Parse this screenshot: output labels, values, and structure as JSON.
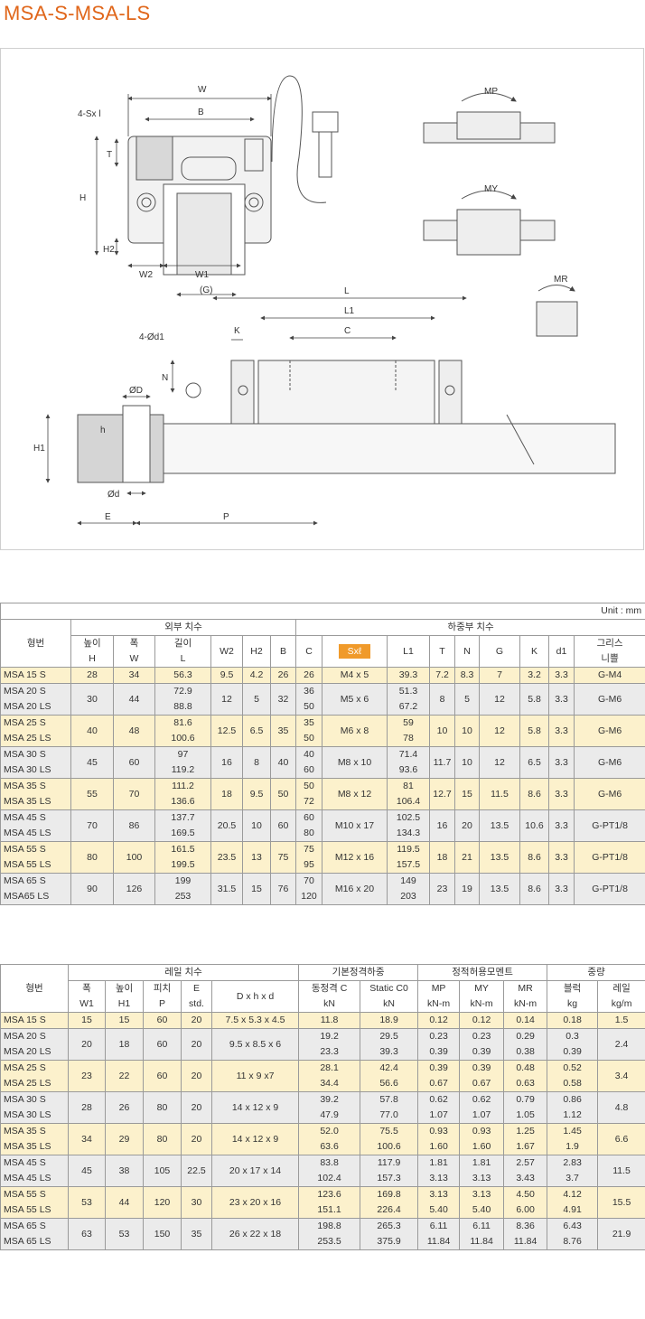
{
  "title": "MSA-S-MSA-LS",
  "drawing": {
    "labels": {
      "W": "W",
      "B": "B",
      "Sxl": "4-Sx l",
      "T": "T",
      "H": "H",
      "H2": "H2",
      "W2": "W2",
      "W1": "W1",
      "G": "(G)",
      "L": "L",
      "L1": "L1",
      "C": "C",
      "d1": "4-Ød1",
      "K": "K",
      "N": "N",
      "D": "ØD",
      "h": "h",
      "d": "Ød",
      "H1": "H1",
      "E": "E",
      "P": "P",
      "MP": "MP",
      "MY": "MY",
      "MR": "MR"
    }
  },
  "table1": {
    "unit": "Unit : mm",
    "headers": {
      "model": "형번",
      "outer": "외부 치수",
      "load": "하중부 치수",
      "H": [
        "높이",
        "H"
      ],
      "W": [
        "폭",
        "W"
      ],
      "L": [
        "길이",
        "L"
      ],
      "W2": "W2",
      "H2": "H2",
      "B": "B",
      "C": "C",
      "Sxl": "Sxℓ",
      "L1": "L1",
      "T": "T",
      "N": "N",
      "G": "G",
      "K": "K",
      "d1": "d1",
      "grease": [
        "그리스",
        "니쁠"
      ]
    },
    "rows": [
      {
        "model": [
          "MSA 15 S"
        ],
        "H": "28",
        "W": "34",
        "L": [
          "56.3"
        ],
        "W2": "9.5",
        "H2": "4.2",
        "B": "26",
        "C": [
          "26"
        ],
        "Sxl": "M4 x 5",
        "L1": [
          "39.3"
        ],
        "T": "7.2",
        "N": "8.3",
        "G": "7",
        "K": "3.2",
        "d1": "3.3",
        "grease": "G-M4"
      },
      {
        "model": [
          "MSA 20 S",
          "MSA 20 LS"
        ],
        "H": "30",
        "W": "44",
        "L": [
          "72.9",
          "88.8"
        ],
        "W2": "12",
        "H2": "5",
        "B": "32",
        "C": [
          "36",
          "50"
        ],
        "Sxl": "M5 x 6",
        "L1": [
          "51.3",
          "67.2"
        ],
        "T": "8",
        "N": "5",
        "G": "12",
        "K": "5.8",
        "d1": "3.3",
        "grease": "G-M6"
      },
      {
        "model": [
          "MSA 25 S",
          "MSA 25 LS"
        ],
        "H": "40",
        "W": "48",
        "L": [
          "81.6",
          "100.6"
        ],
        "W2": "12.5",
        "H2": "6.5",
        "B": "35",
        "C": [
          "35",
          "50"
        ],
        "Sxl": "M6 x 8",
        "L1": [
          "59",
          "78"
        ],
        "T": "10",
        "N": "10",
        "G": "12",
        "K": "5.8",
        "d1": "3.3",
        "grease": "G-M6"
      },
      {
        "model": [
          "MSA 30 S",
          "MSA 30 LS"
        ],
        "H": "45",
        "W": "60",
        "L": [
          "97",
          "119.2"
        ],
        "W2": "16",
        "H2": "8",
        "B": "40",
        "C": [
          "40",
          "60"
        ],
        "Sxl": "M8 x 10",
        "L1": [
          "71.4",
          "93.6"
        ],
        "T": "11.7",
        "N": "10",
        "G": "12",
        "K": "6.5",
        "d1": "3.3",
        "grease": "G-M6"
      },
      {
        "model": [
          "MSA 35 S",
          "MSA 35 LS"
        ],
        "H": "55",
        "W": "70",
        "L": [
          "111.2",
          "136.6"
        ],
        "W2": "18",
        "H2": "9.5",
        "B": "50",
        "C": [
          "50",
          "72"
        ],
        "Sxl": "M8 x 12",
        "L1": [
          "81",
          "106.4"
        ],
        "T": "12.7",
        "N": "15",
        "G": "11.5",
        "K": "8.6",
        "d1": "3.3",
        "grease": "G-M6"
      },
      {
        "model": [
          "MSA 45 S",
          "MSA 45 LS"
        ],
        "H": "70",
        "W": "86",
        "L": [
          "137.7",
          "169.5"
        ],
        "W2": "20.5",
        "H2": "10",
        "B": "60",
        "C": [
          "60",
          "80"
        ],
        "Sxl": "M10 x 17",
        "L1": [
          "102.5",
          "134.3"
        ],
        "T": "16",
        "N": "20",
        "G": "13.5",
        "K": "10.6",
        "d1": "3.3",
        "grease": "G-PT1/8"
      },
      {
        "model": [
          "MSA 55 S",
          "MSA 55 LS"
        ],
        "H": "80",
        "W": "100",
        "L": [
          "161.5",
          "199.5"
        ],
        "W2": "23.5",
        "H2": "13",
        "B": "75",
        "C": [
          "75",
          "95"
        ],
        "Sxl": "M12 x 16",
        "L1": [
          "119.5",
          "157.5"
        ],
        "T": "18",
        "N": "21",
        "G": "13.5",
        "K": "8.6",
        "d1": "3.3",
        "grease": "G-PT1/8"
      },
      {
        "model": [
          "MSA 65 S",
          "MSA65 LS"
        ],
        "H": "90",
        "W": "126",
        "L": [
          "199",
          "253"
        ],
        "W2": "31.5",
        "H2": "15",
        "B": "76",
        "C": [
          "70",
          "120"
        ],
        "Sxl": "M16 x 20",
        "L1": [
          "149",
          "203"
        ],
        "T": "23",
        "N": "19",
        "G": "13.5",
        "K": "8.6",
        "d1": "3.3",
        "grease": "G-PT1/8"
      }
    ]
  },
  "table2": {
    "headers": {
      "model": "형번",
      "rail": "레일 치수",
      "load": "기본정격하중",
      "moment": "정적허용모멘트",
      "weight": "중량",
      "W1": [
        "폭",
        "W1"
      ],
      "H1": [
        "높이",
        "H1"
      ],
      "P": [
        "피치",
        "P"
      ],
      "E": [
        "E",
        "std."
      ],
      "Dhd": "D x h x d",
      "C": [
        "동정격 C",
        "kN"
      ],
      "C0": [
        "Static C0",
        "kN"
      ],
      "MP": [
        "MP",
        "kN-m"
      ],
      "MY": [
        "MY",
        "kN-m"
      ],
      "MR": [
        "MR",
        "kN-m"
      ],
      "block": [
        "블럭",
        "kg"
      ],
      "rail_w": [
        "레일",
        "kg/m"
      ]
    },
    "rows": [
      {
        "model": [
          "MSA 15 S"
        ],
        "W1": "15",
        "H1": "15",
        "P": "60",
        "E": "20",
        "Dhd": "7.5 x 5.3 x 4.5",
        "C": [
          "11.8"
        ],
        "C0": [
          "18.9"
        ],
        "MP": [
          "0.12"
        ],
        "MY": [
          "0.12"
        ],
        "MR": [
          "0.14"
        ],
        "block": [
          "0.18"
        ],
        "rail": "1.5"
      },
      {
        "model": [
          "MSA 20 S",
          "MSA 20 LS"
        ],
        "W1": "20",
        "H1": "18",
        "P": "60",
        "E": "20",
        "Dhd": "9.5 x 8.5 x 6",
        "C": [
          "19.2",
          "23.3"
        ],
        "C0": [
          "29.5",
          "39.3"
        ],
        "MP": [
          "0.23",
          "0.39"
        ],
        "MY": [
          "0.23",
          "0.39"
        ],
        "MR": [
          "0.29",
          "0.38"
        ],
        "block": [
          "0.3",
          "0.39"
        ],
        "rail": "2.4"
      },
      {
        "model": [
          "MSA 25 S",
          "MSA 25 LS"
        ],
        "W1": "23",
        "H1": "22",
        "P": "60",
        "E": "20",
        "Dhd": "11 x 9 x7",
        "C": [
          "28.1",
          "34.4"
        ],
        "C0": [
          "42.4",
          "56.6"
        ],
        "MP": [
          "0.39",
          "0.67"
        ],
        "MY": [
          "0.39",
          "0.67"
        ],
        "MR": [
          "0.48",
          "0.63"
        ],
        "block": [
          "0.52",
          "0.58"
        ],
        "rail": "3.4"
      },
      {
        "model": [
          "MSA 30 S",
          "MSA 30 LS"
        ],
        "W1": "28",
        "H1": "26",
        "P": "80",
        "E": "20",
        "Dhd": "14 x 12 x 9",
        "C": [
          "39.2",
          "47.9"
        ],
        "C0": [
          "57.8",
          "77.0"
        ],
        "MP": [
          "0.62",
          "1.07"
        ],
        "MY": [
          "0.62",
          "1.07"
        ],
        "MR": [
          "0.79",
          "1.05"
        ],
        "block": [
          "0.86",
          "1.12"
        ],
        "rail": "4.8"
      },
      {
        "model": [
          "MSA 35 S",
          "MSA 35 LS"
        ],
        "W1": "34",
        "H1": "29",
        "P": "80",
        "E": "20",
        "Dhd": "14 x 12 x 9",
        "C": [
          "52.0",
          "63.6"
        ],
        "C0": [
          "75.5",
          "100.6"
        ],
        "MP": [
          "0.93",
          "1.60"
        ],
        "MY": [
          "0.93",
          "1.60"
        ],
        "MR": [
          "1.25",
          "1.67"
        ],
        "block": [
          "1.45",
          "1.9"
        ],
        "rail": "6.6"
      },
      {
        "model": [
          "MSA 45 S",
          "MSA 45 LS"
        ],
        "W1": "45",
        "H1": "38",
        "P": "105",
        "E": "22.5",
        "Dhd": "20 x 17 x 14",
        "C": [
          "83.8",
          "102.4"
        ],
        "C0": [
          "117.9",
          "157.3"
        ],
        "MP": [
          "1.81",
          "3.13"
        ],
        "MY": [
          "1.81",
          "3.13"
        ],
        "MR": [
          "2.57",
          "3.43"
        ],
        "block": [
          "2.83",
          "3.7"
        ],
        "rail": "11.5"
      },
      {
        "model": [
          "MSA 55 S",
          "MSA 55 LS"
        ],
        "W1": "53",
        "H1": "44",
        "P": "120",
        "E": "30",
        "Dhd": "23 x 20 x 16",
        "C": [
          "123.6",
          "151.1"
        ],
        "C0": [
          "169.8",
          "226.4"
        ],
        "MP": [
          "3.13",
          "5.40"
        ],
        "MY": [
          "3.13",
          "5.40"
        ],
        "MR": [
          "4.50",
          "6.00"
        ],
        "block": [
          "4.12",
          "4.91"
        ],
        "rail": "15.5"
      },
      {
        "model": [
          "MSA 65 S",
          "MSA 65 LS"
        ],
        "W1": "63",
        "H1": "53",
        "P": "150",
        "E": "35",
        "Dhd": "26 x 22 x 18",
        "C": [
          "198.8",
          "253.5"
        ],
        "C0": [
          "265.3",
          "375.9"
        ],
        "MP": [
          "6.11",
          "11.84"
        ],
        "MY": [
          "6.11",
          "11.84"
        ],
        "MR": [
          "8.36",
          "11.84"
        ],
        "block": [
          "6.43",
          "8.76"
        ],
        "rail": "21.9"
      }
    ]
  }
}
